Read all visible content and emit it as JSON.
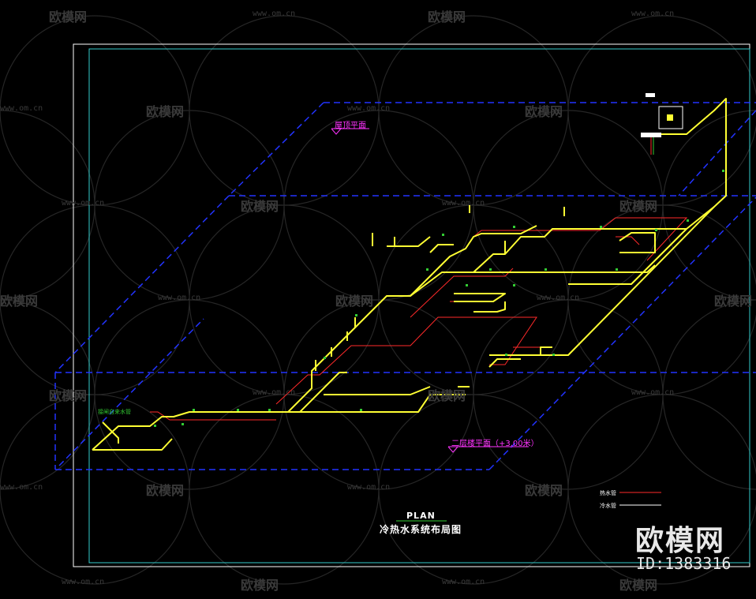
{
  "drawing": {
    "roof_label": "屋顶平面",
    "floor2_label": "二层楼平面（+3.00米）",
    "start_label": "接闸自来水管",
    "plan_title": "PLAN",
    "plan_subtitle": "冷热水系统布局图",
    "legend": [
      {
        "label": "热水管",
        "color": "#ff2a2a"
      },
      {
        "label": "冷水管",
        "color": "#ffffff"
      }
    ]
  },
  "watermark": {
    "url": "www.om.cn",
    "brand": "欧模网",
    "id": "ID:1383316"
  },
  "colors": {
    "background": "#000000",
    "cold_pipe": "#ffff33",
    "hot_pipe": "#ff2a2a",
    "border": "#ffffff",
    "inner_border": "#33cccc",
    "dashed": "#2233ff",
    "label_magenta": "#ff33ff"
  }
}
